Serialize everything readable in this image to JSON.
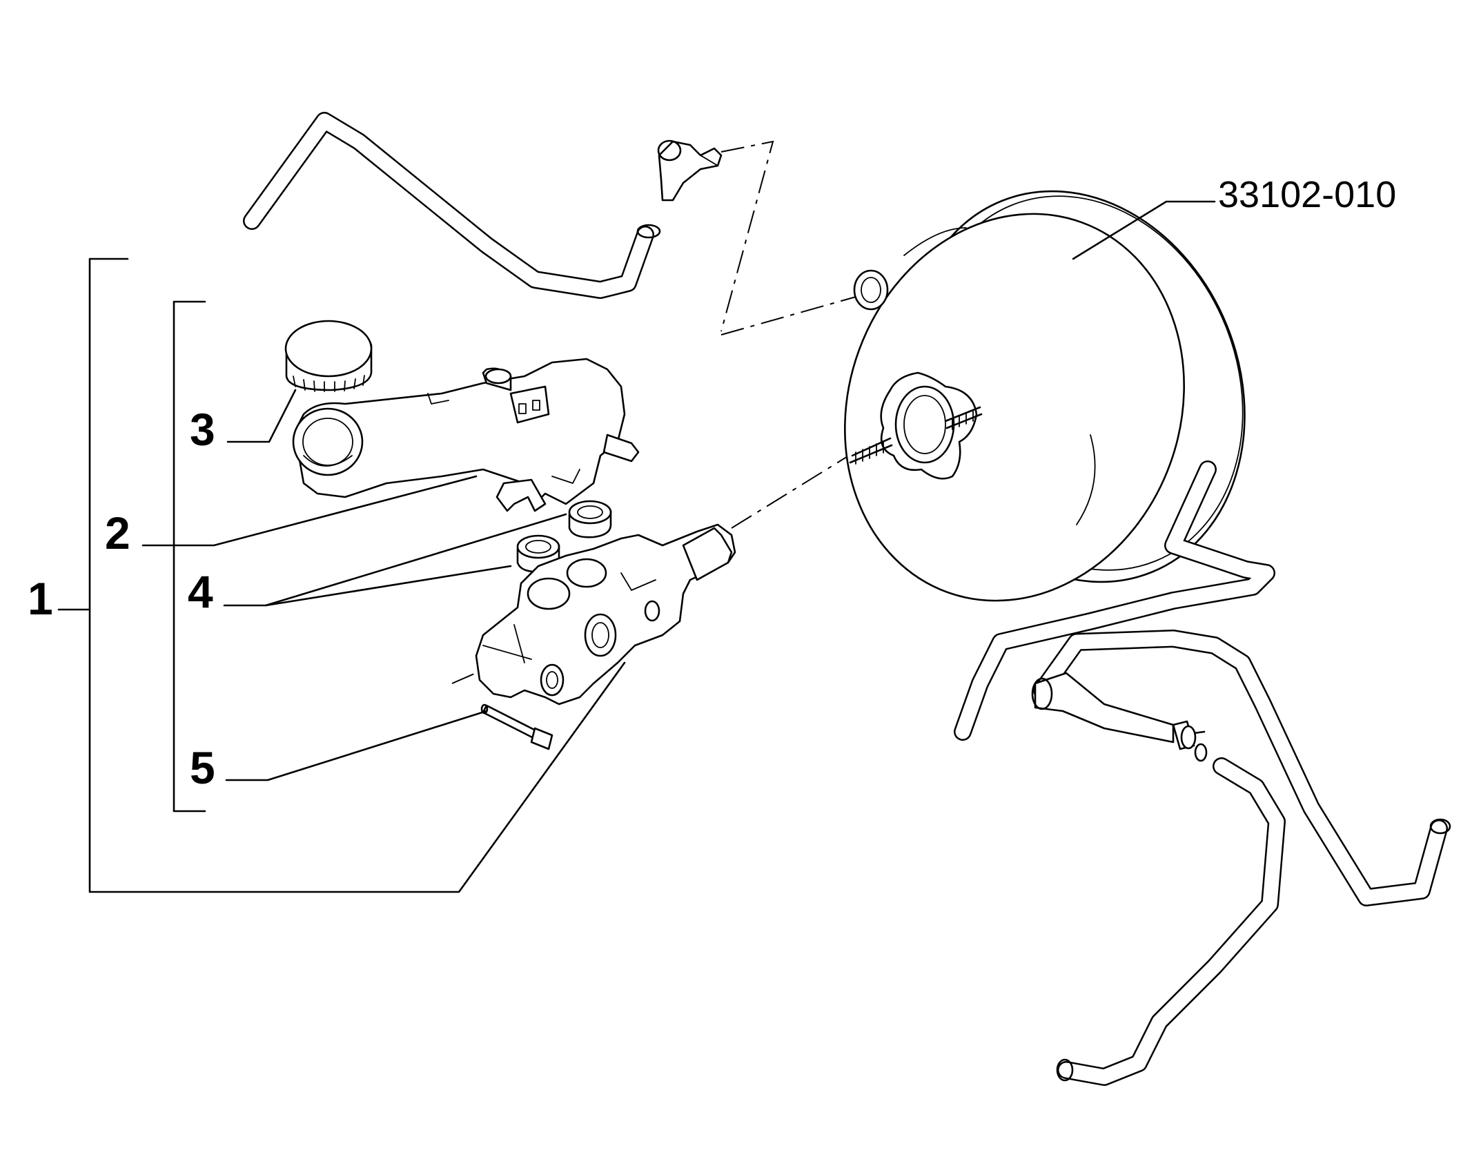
{
  "diagram": {
    "labels": {
      "item_1": "1",
      "item_2": "2",
      "item_3": "3",
      "item_4": "4",
      "item_5": "5",
      "reference": "33102-010"
    }
  }
}
